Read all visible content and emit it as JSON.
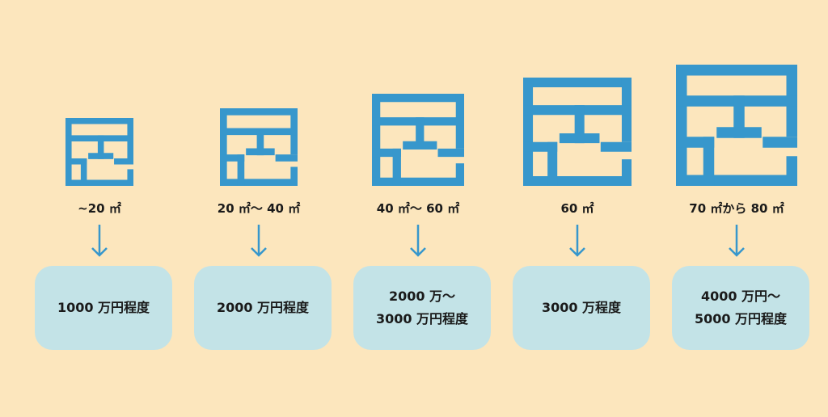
{
  "colors": {
    "background": "#fce6bd",
    "plan": "#3797cc",
    "box": "#c3e3e7",
    "text": "#1a1a1a"
  },
  "icons": {
    "plan": "floor-plan-icon",
    "arrow": "arrow-down-icon"
  },
  "columns": [
    {
      "area": "~20 ㎡",
      "price_lines": [
        "1000 万円程度"
      ]
    },
    {
      "area": "20 ㎡～ 40 ㎡",
      "price_lines": [
        "2000 万円程度"
      ]
    },
    {
      "area": "40 ㎡～ 60 ㎡",
      "price_lines": [
        "2000 万～",
        "3000 万円程度"
      ]
    },
    {
      "area": "60 ㎡",
      "price_lines": [
        "3000 万程度"
      ]
    },
    {
      "area": "70 ㎡から 80 ㎡",
      "price_lines": [
        "4000 万円～",
        "5000 万円程度"
      ]
    }
  ]
}
